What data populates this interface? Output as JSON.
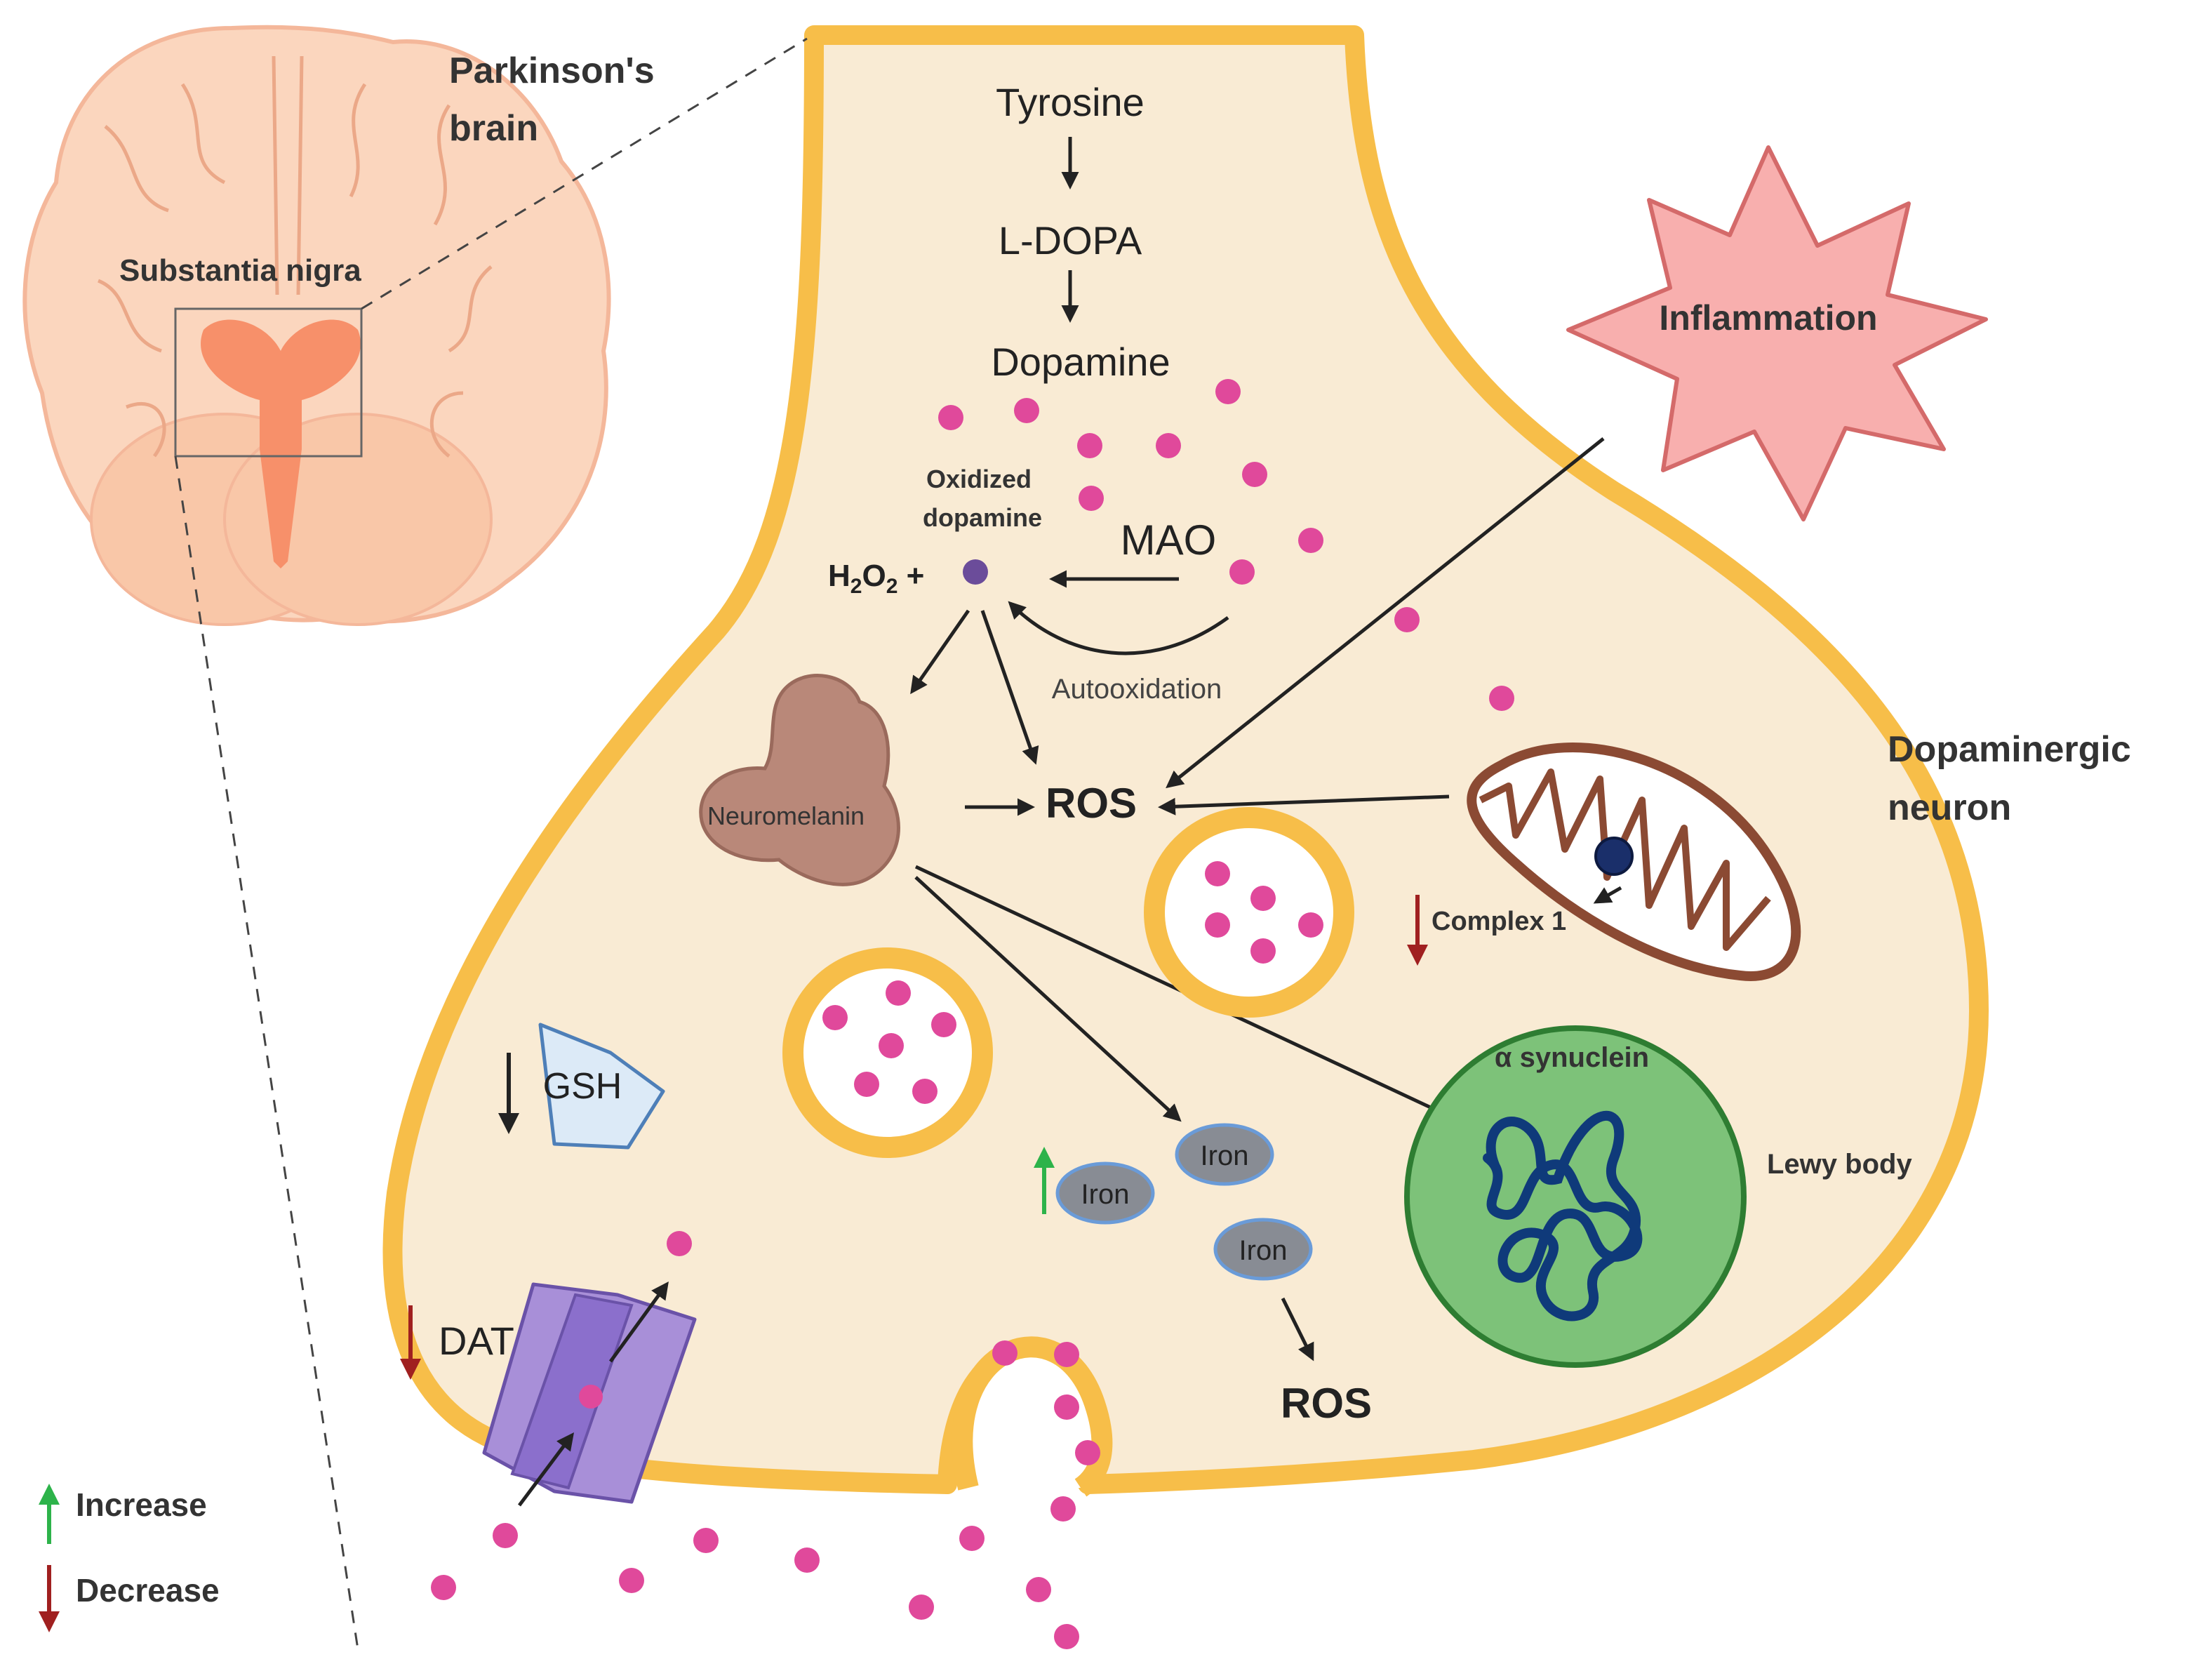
{
  "brain": {
    "title_line1": "Parkinson's",
    "title_line2": "brain",
    "region_label": "Substantia nigra"
  },
  "pathway": {
    "tyrosine": "Tyrosine",
    "ldopa": "L-DOPA",
    "dopamine": "Dopamine",
    "oxidized_line1": "Oxidized",
    "oxidized_line2": "dopamine",
    "h2o2": "H",
    "h2o2_sub1": "2",
    "h2o2_mid": "O",
    "h2o2_sub2": "2",
    "h2o2_plus": " +",
    "mao": "MAO",
    "autooxidation": "Autooxidation",
    "neuromelanin": "Neuromelanin",
    "ros_main": "ROS",
    "ros_iron": "ROS"
  },
  "inflammation": {
    "label": "Inflammation"
  },
  "mitochondria": {
    "complex_label": "Complex 1"
  },
  "neuron_label": {
    "line1": "Dopaminergic",
    "line2": "neuron"
  },
  "lewy": {
    "synuclein": "α synuclein",
    "body": "Lewy body"
  },
  "iron": {
    "label1": "Iron",
    "label2": "Iron",
    "label3": "Iron"
  },
  "gsh": {
    "label": "GSH"
  },
  "dat": {
    "label": "DAT"
  },
  "legend": {
    "increase": "Increase",
    "decrease": "Decrease"
  },
  "colors": {
    "membrane": "#F7BE49",
    "cytoplasm": "#F9EBD4",
    "dopamine_dot": "#E0499B",
    "inflammation_fill": "#F8AFAE",
    "inflammation_stroke": "#D46A6A",
    "mito_stroke": "#8B4A33",
    "lewy_fill": "#7DC279",
    "lewy_stroke": "#2E7D32",
    "synuclein": "#0F3A7A",
    "iron_fill": "#888C94",
    "iron_stroke": "#6A9BD8",
    "gsh_fill": "#DCEAF7",
    "dat_fill": "#A88FD8",
    "increase_arrow": "#2DB34A",
    "decrease_arrow": "#A02020"
  }
}
